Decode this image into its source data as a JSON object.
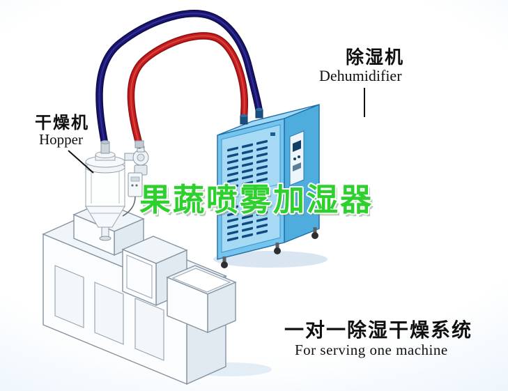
{
  "scene": {
    "overlay_title": "果蔬喷雾加湿器",
    "bottom_title": "一对一除湿干燥系统",
    "bottom_subtitle": "For serving one machine"
  },
  "labels": {
    "hopper": {
      "cn": "干燥机",
      "en": "Hopper"
    },
    "dehumidifier": {
      "cn": "除湿机",
      "en": "Dehumidifier"
    }
  },
  "colors": {
    "pipe_blue": "#1a1670",
    "pipe_blue_dark": "#100d4e",
    "pipe_blue_highlight": "#4a48c0",
    "pipe_red": "#c81d1d",
    "pipe_red_dark": "#8f1212",
    "pipe_red_highlight": "#e86060",
    "dehumidifier_front": "#74c4ee",
    "dehumidifier_front_panel": "#a6daf4",
    "dehumidifier_side": "#4fadde",
    "dehumidifier_top": "#9fd9f5",
    "vent_slot": "#0f4a80",
    "overlay_green": "#2ed02e",
    "label_line": "#111111"
  }
}
